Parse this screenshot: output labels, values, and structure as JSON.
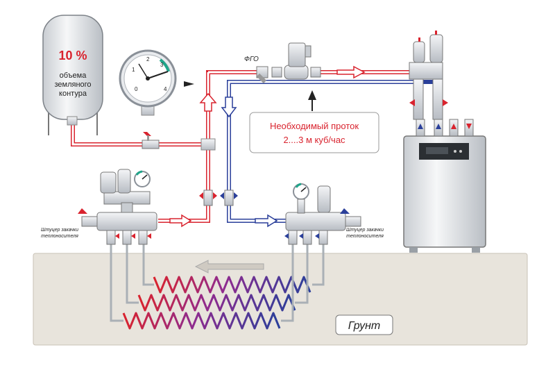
{
  "tank": {
    "percent": "10 %",
    "line1": "объема",
    "line2": "земляного",
    "line3": "контура"
  },
  "gauge_ticks": [
    "0",
    "1",
    "2",
    "3",
    "4"
  ],
  "fgo_label": "ФГО",
  "flow_note": {
    "line1": "Необходимый проток",
    "line2": "2....3 м куб/час"
  },
  "left_fitting": {
    "line1": "Штуцер закачки",
    "line2": "теплоносителя"
  },
  "right_fitting": {
    "line1": "Штуцер закачки",
    "line2": "теплоносителя"
  },
  "ground_label": "Грунт",
  "colors": {
    "hot": "#d9232e",
    "cold": "#2a3f9a",
    "ground": "#e8e4dc",
    "pipe_grey": "#b8bcc2"
  }
}
